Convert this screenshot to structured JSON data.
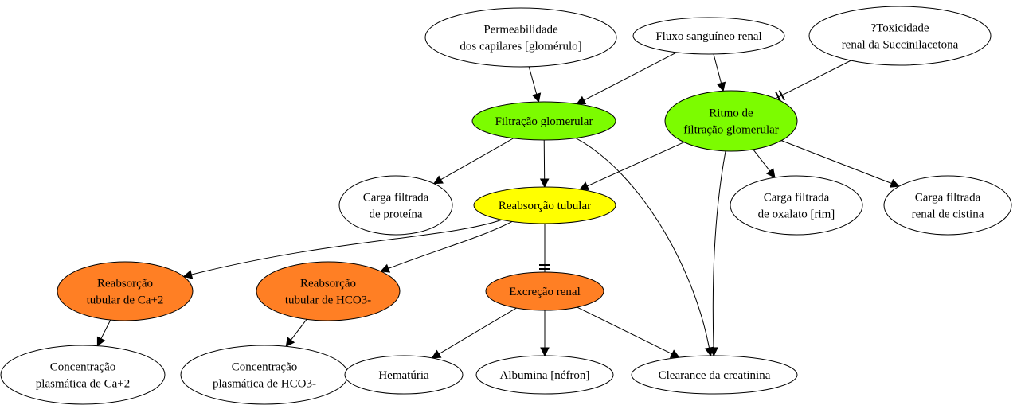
{
  "colors": {
    "white": "#ffffff",
    "green": "#7cfc00",
    "yellow": "#ffff00",
    "orange": "#ff7f24"
  },
  "nodes": [
    {
      "id": "permeabilidade",
      "lines": [
        "Permeabilidade",
        "dos capilares [glomérulo]"
      ],
      "fill": "white"
    },
    {
      "id": "fluxo",
      "lines": [
        "Fluxo sanguíneo renal"
      ],
      "fill": "white"
    },
    {
      "id": "toxicidade",
      "lines": [
        "?Toxicidade",
        "renal da Succinilacetona"
      ],
      "fill": "white"
    },
    {
      "id": "filtracao",
      "lines": [
        "Filtração glomerular"
      ],
      "fill": "green"
    },
    {
      "id": "ritmo",
      "lines": [
        "Ritmo de",
        "filtração glomerular"
      ],
      "fill": "green"
    },
    {
      "id": "carga-proteina",
      "lines": [
        "Carga filtrada",
        "de proteína"
      ],
      "fill": "white"
    },
    {
      "id": "reabsorcao",
      "lines": [
        "Reabsorção tubular"
      ],
      "fill": "yellow"
    },
    {
      "id": "carga-oxalato",
      "lines": [
        "Carga filtrada",
        "de oxalato [rim]"
      ],
      "fill": "white"
    },
    {
      "id": "carga-cistina",
      "lines": [
        "Carga filtrada",
        "renal de cistina"
      ],
      "fill": "white"
    },
    {
      "id": "reab-ca",
      "lines": [
        "Reabsorção",
        "tubular de Ca+2"
      ],
      "fill": "orange"
    },
    {
      "id": "reab-hco3",
      "lines": [
        "Reabsorção",
        "tubular de HCO3-"
      ],
      "fill": "orange"
    },
    {
      "id": "excrecao",
      "lines": [
        "Excreção renal"
      ],
      "fill": "orange"
    },
    {
      "id": "conc-ca",
      "lines": [
        "Concentração",
        "plasmática de Ca+2"
      ],
      "fill": "white"
    },
    {
      "id": "conc-hco3",
      "lines": [
        "Concentração",
        "plasmática de HCO3-"
      ],
      "fill": "white"
    },
    {
      "id": "hematuria",
      "lines": [
        "Hematúria"
      ],
      "fill": "white"
    },
    {
      "id": "albumina",
      "lines": [
        "Albumina [néfron]"
      ],
      "fill": "white"
    },
    {
      "id": "clearance",
      "lines": [
        "Clearance da creatinina"
      ],
      "fill": "white"
    }
  ],
  "edges": [
    {
      "from": "permeabilidade",
      "to": "filtracao",
      "type": "arrow"
    },
    {
      "from": "fluxo",
      "to": "filtracao",
      "type": "arrow"
    },
    {
      "from": "fluxo",
      "to": "ritmo",
      "type": "arrow"
    },
    {
      "from": "toxicidade",
      "to": "ritmo",
      "type": "inhibit"
    },
    {
      "from": "filtracao",
      "to": "carga-proteina",
      "type": "arrow"
    },
    {
      "from": "filtracao",
      "to": "reabsorcao",
      "type": "arrow"
    },
    {
      "from": "filtracao",
      "to": "clearance",
      "type": "arrow"
    },
    {
      "from": "ritmo",
      "to": "reabsorcao",
      "type": "arrow"
    },
    {
      "from": "ritmo",
      "to": "carga-oxalato",
      "type": "arrow"
    },
    {
      "from": "ritmo",
      "to": "carga-cistina",
      "type": "arrow"
    },
    {
      "from": "ritmo",
      "to": "clearance",
      "type": "arrow"
    },
    {
      "from": "reabsorcao",
      "to": "reab-ca",
      "type": "arrow"
    },
    {
      "from": "reabsorcao",
      "to": "reab-hco3",
      "type": "arrow"
    },
    {
      "from": "reabsorcao",
      "to": "excrecao",
      "type": "inhibit"
    },
    {
      "from": "reab-ca",
      "to": "conc-ca",
      "type": "arrow"
    },
    {
      "from": "reab-hco3",
      "to": "conc-hco3",
      "type": "arrow"
    },
    {
      "from": "excrecao",
      "to": "hematuria",
      "type": "arrow"
    },
    {
      "from": "excrecao",
      "to": "albumina",
      "type": "arrow"
    },
    {
      "from": "excrecao",
      "to": "clearance",
      "type": "arrow"
    }
  ]
}
